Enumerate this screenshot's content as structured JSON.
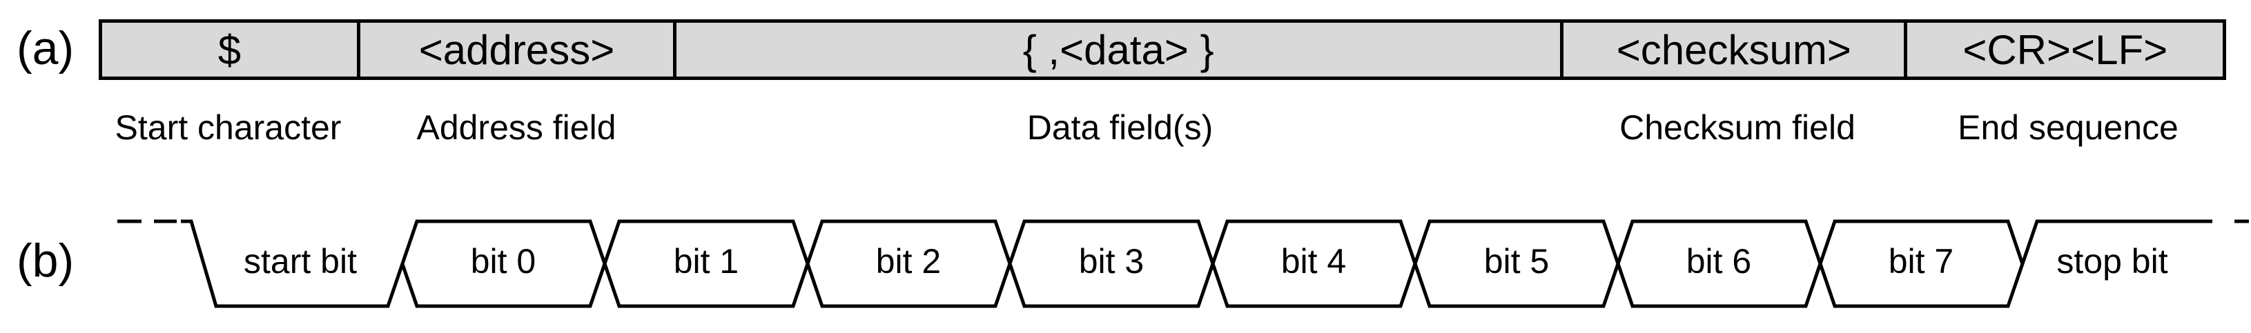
{
  "panels": {
    "a_label": "(a)",
    "b_label": "(b)"
  },
  "frame": {
    "cells": [
      {
        "text": "$",
        "caption": "Start character"
      },
      {
        "text": "<address>",
        "caption": "Address field"
      },
      {
        "text": "{ ,<data> }",
        "caption": "Data field(s)"
      },
      {
        "text": "<checksum>",
        "caption": "Checksum field"
      },
      {
        "text": "<CR><LF>",
        "caption": "End sequence"
      }
    ]
  },
  "waveform": {
    "labels": [
      "start bit",
      "bit 0",
      "bit 1",
      "bit 2",
      "bit 3",
      "bit 4",
      "bit 5",
      "bit 6",
      "bit 7",
      "stop bit"
    ]
  },
  "colors": {
    "cell_fill": "#d9d9d9",
    "line": "#000000",
    "text": "#000000",
    "background": "#ffffff"
  }
}
